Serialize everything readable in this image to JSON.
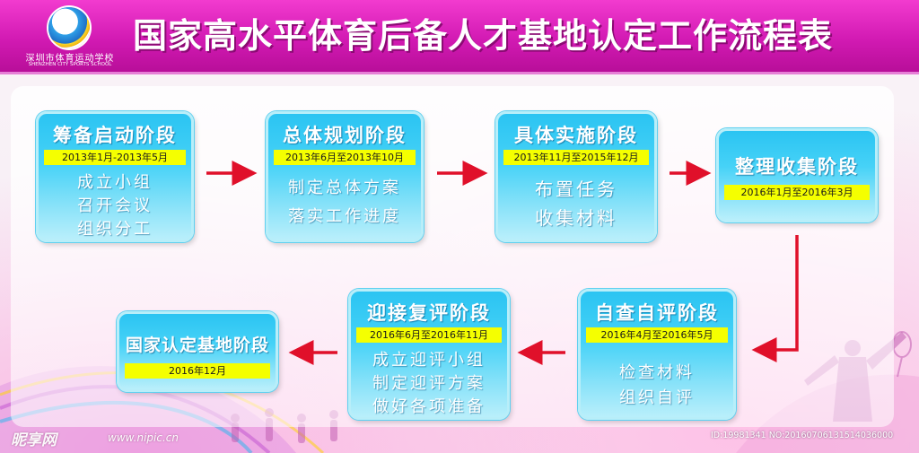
{
  "header": {
    "title": "国家高水平体育后备人才基地认定工作流程表",
    "logo": {
      "name_cn": "深圳市体育运动学校",
      "name_en": "SHENZHEN CITY SPORTS SCHOOL"
    }
  },
  "stages": [
    {
      "title": "筹备启动阶段",
      "date": "2013年1月-2013年5月",
      "items": [
        "成立小组",
        "召开会议",
        "组织分工"
      ]
    },
    {
      "title": "总体规划阶段",
      "date": "2013年6月至2013年10月",
      "items": [
        "制定总体方案",
        "落实工作进度"
      ]
    },
    {
      "title": "具体实施阶段",
      "date": "2013年11月至2015年12月",
      "items": [
        "布置任务",
        "收集材料"
      ]
    },
    {
      "title": "整理收集阶段",
      "date": "2016年1月至2016年3月",
      "items": []
    },
    {
      "title": "自查自评阶段",
      "date": "2016年4月至2016年5月",
      "items": [
        "检查材料",
        "组织自评"
      ]
    },
    {
      "title": "迎接复评阶段",
      "date": "2016年6月至2016年11月",
      "items": [
        "成立迎评小组",
        "制定迎评方案",
        "做好各项准备"
      ]
    },
    {
      "title": "国家认定基地阶段",
      "date": "2016年12月",
      "items": []
    }
  ],
  "watermark": {
    "site_cn": "昵享网",
    "site_url": "www.nipic.cn",
    "id_text": "ID:19981341 NO:20160706131514036000"
  },
  "colors": {
    "header": "#d21ab3",
    "box": "#2bc4f2",
    "date_bar": "#f5ff00",
    "arrow": "#e0102a"
  }
}
